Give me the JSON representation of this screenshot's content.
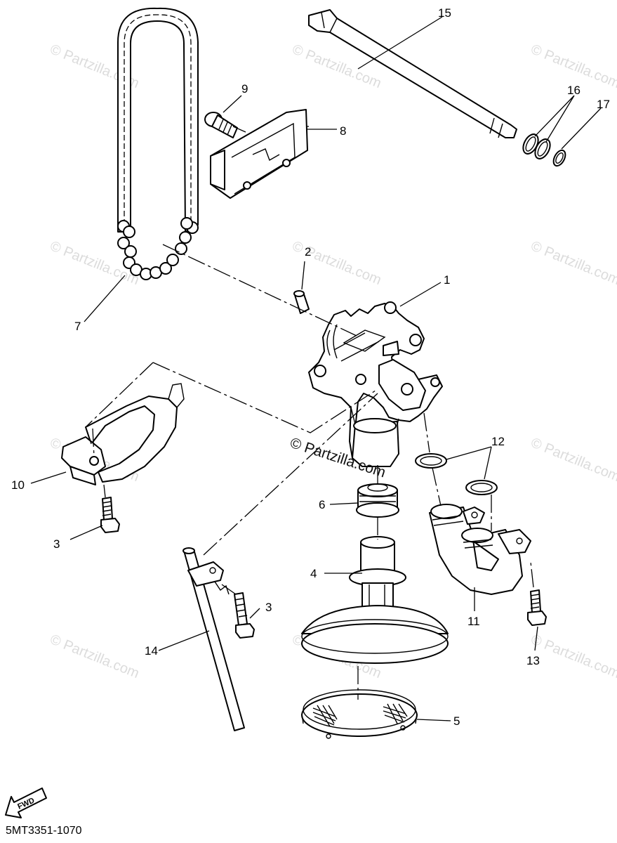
{
  "diagram_code": "5MT3351-1070",
  "watermark": {
    "repeat_text": "© Partzilla.com",
    "center_text": "© Partzilla.com"
  },
  "direction_badge": "FWD",
  "callouts": [
    {
      "id": "c1",
      "label": "1"
    },
    {
      "id": "c2",
      "label": "2"
    },
    {
      "id": "c3a",
      "label": "3"
    },
    {
      "id": "c3b",
      "label": "3"
    },
    {
      "id": "c4",
      "label": "4"
    },
    {
      "id": "c5",
      "label": "5"
    },
    {
      "id": "c6",
      "label": "6"
    },
    {
      "id": "c7",
      "label": "7"
    },
    {
      "id": "c8",
      "label": "8"
    },
    {
      "id": "c9",
      "label": "9"
    },
    {
      "id": "c10",
      "label": "10"
    },
    {
      "id": "c11",
      "label": "11"
    },
    {
      "id": "c12",
      "label": "12"
    },
    {
      "id": "c13",
      "label": "13"
    },
    {
      "id": "c14",
      "label": "14"
    },
    {
      "id": "c15",
      "label": "15"
    },
    {
      "id": "c16",
      "label": "16"
    },
    {
      "id": "c17",
      "label": "17"
    }
  ]
}
